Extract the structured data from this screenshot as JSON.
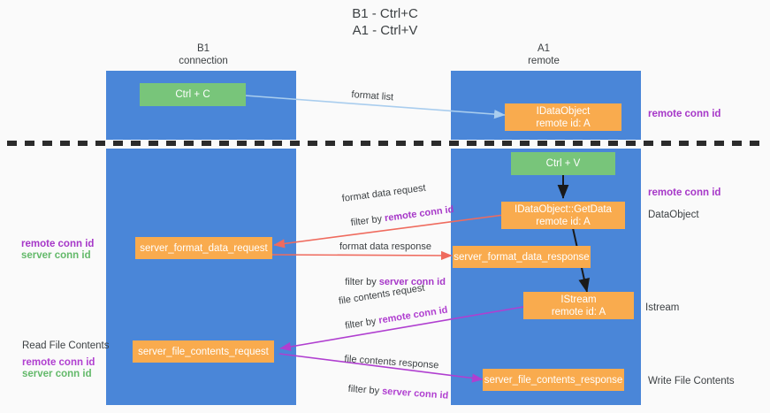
{
  "title": "B1 - Ctrl+C\nA1 - Ctrl+V",
  "columns": [
    {
      "name": "left-column",
      "label": "B1\nconnection"
    },
    {
      "name": "right-column",
      "label": "A1\nremote"
    }
  ],
  "nodes": {
    "ctrl_c": "Ctrl + C",
    "ctrl_v": "Ctrl + V",
    "idataobject": "IDataObject\nremote id: A",
    "idataobject_getdata": "IDataObject::GetData\nremote id: A",
    "istream": "IStream\nremote id: A",
    "server_format_data_request": "server_format_data_request",
    "server_format_data_response": "server_format_data_response",
    "server_file_contents_request": "server_file_contents_request",
    "server_file_contents_response": "server_file_contents_response"
  },
  "right_labels": {
    "remote_conn_id_top": "remote conn id",
    "remote_conn_id_mid": "remote conn id",
    "dataobject": "DataObject",
    "istream": "Istream",
    "write_file_contents": "Write File Contents"
  },
  "left_labels": {
    "remote_conn_id_1": "remote conn id",
    "server_conn_id_1": "server conn id",
    "read_file_contents": "Read File Contents",
    "remote_conn_id_2": "remote conn id",
    "server_conn_id_2": "server conn id"
  },
  "edges": {
    "format_list": "format list",
    "format_data_request": "format data request",
    "format_data_request_filter_prefix": "filter by ",
    "format_data_request_filter_key": "remote conn id",
    "format_data_response": "format data response",
    "format_data_response_filter_prefix": "filter by ",
    "format_data_response_filter_key": "server conn id",
    "file_contents_request": "file contents request",
    "file_contents_request_filter_prefix": "filter by ",
    "file_contents_request_filter_key": "remote conn id",
    "file_contents_response": "file contents response",
    "file_contents_response_filter_prefix": "filter by ",
    "file_contents_response_filter_key": "server conn id"
  },
  "colors": {
    "lane": "#4a86d8",
    "node_orange": "#f9ab4e",
    "node_green": "#78c57a",
    "accent_purple": "#a637c8",
    "accent_green": "#63b96a",
    "accent_magenta": "#b03fd0",
    "arrow_light_blue": "#a9cdee",
    "arrow_red": "#ef6b5e",
    "arrow_black": "#1a1a1a",
    "background": "#fafafa"
  }
}
